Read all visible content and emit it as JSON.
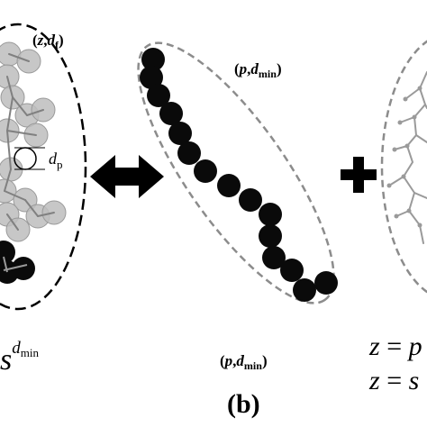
{
  "panel_a": {
    "ellipse_label_var1": "z",
    "ellipse_label_var2": "d",
    "ellipse_label_sub": "f",
    "particle_label": "d",
    "particle_label_sub": "p",
    "bottom_label_base": "s",
    "bottom_label_sup_d": "d",
    "bottom_label_sup_sub": "min"
  },
  "panel_b": {
    "ellipse_label_var1": "p",
    "ellipse_label_var2": "d",
    "ellipse_label_sub": "min",
    "bottom_label_var1": "p",
    "bottom_label_var2": "d",
    "bottom_label_sub": "min",
    "panel_caption": "(b)"
  },
  "panel_c": {
    "equation_1_lhs": "z",
    "equation_1_rhs": "p",
    "equation_2_lhs": "z",
    "equation_2_rhs": "s"
  },
  "colors": {
    "particle_black": "#0a0a0a",
    "particle_gray": "#bdbdbd",
    "dashed_black": "#000000",
    "dashed_gray": "#8c8c8c",
    "branch_gray": "#9a9a9a"
  },
  "icons": {
    "double_arrow": "double-headed-arrow-icon",
    "plus": "plus-icon"
  }
}
